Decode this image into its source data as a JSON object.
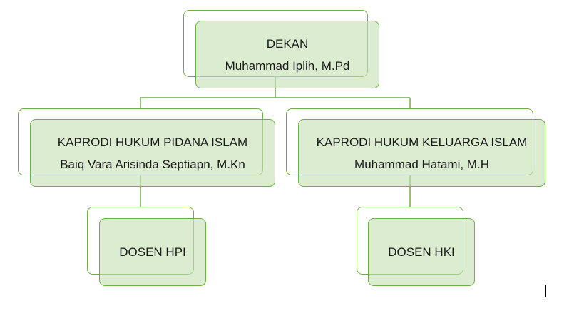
{
  "diagram": {
    "colors": {
      "border": "#70ad47",
      "fill": "#c5e0b4",
      "line": "#70ad47"
    },
    "root": {
      "title": "DEKAN",
      "name": "Muhammad Iplih, M.Pd"
    },
    "left": {
      "title": "KAPRODI HUKUM PIDANA ISLAM",
      "name": "Baiq Vara Arisinda Septiapn, M.Kn"
    },
    "right": {
      "title": "KAPRODI HUKUM KELUARGA ISLAM",
      "name": "Muhammad Hatami, M.H"
    },
    "left_child": {
      "title": "DOSEN HPI"
    },
    "right_child": {
      "title": "DOSEN HKI"
    }
  }
}
